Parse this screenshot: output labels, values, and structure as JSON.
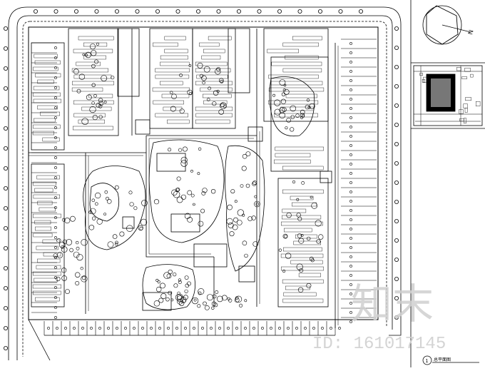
{
  "compass": {
    "north_label": "N"
  },
  "watermark": {
    "logo_text": "知末",
    "id_text": "ID: 161017145"
  },
  "title_block": {
    "number": "1",
    "title": "总平面图",
    "scale": ""
  },
  "colors": {
    "line": "#000000",
    "background": "#ffffff",
    "watermark": "#cfcfcf"
  }
}
